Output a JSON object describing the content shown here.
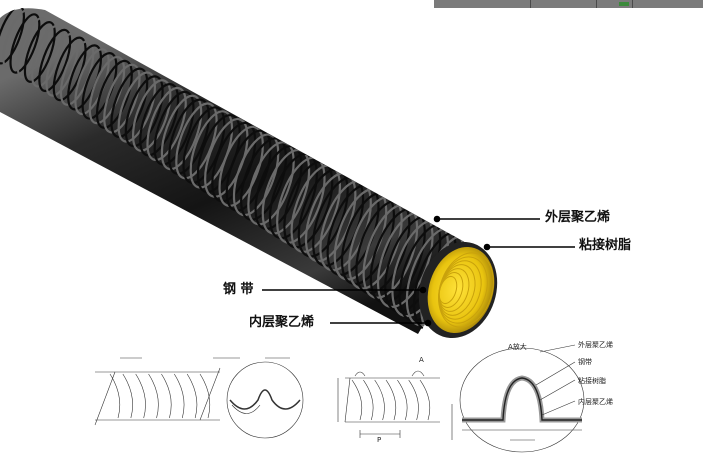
{
  "labels": {
    "outer_pe": "外层聚乙烯",
    "adhesive": "粘接树脂",
    "steel_band": "钢 带",
    "inner_pe": "内层聚乙烯"
  },
  "detail": {
    "title": "A放大",
    "marker": "A",
    "outer_pe": "外层聚乙烯",
    "steel": "钢带",
    "adhesive": "粘接树脂",
    "inner_pe": "内层聚乙烯",
    "dim_p": "P"
  },
  "colors": {
    "pipe_dark": "#1b1b1b",
    "pipe_rib": "#5a5a5a",
    "liner": "#f2d019",
    "line": "#000000"
  },
  "icons": [
    "pipe-illustration",
    "sketch-left",
    "sketch-mid",
    "sketch-right"
  ]
}
